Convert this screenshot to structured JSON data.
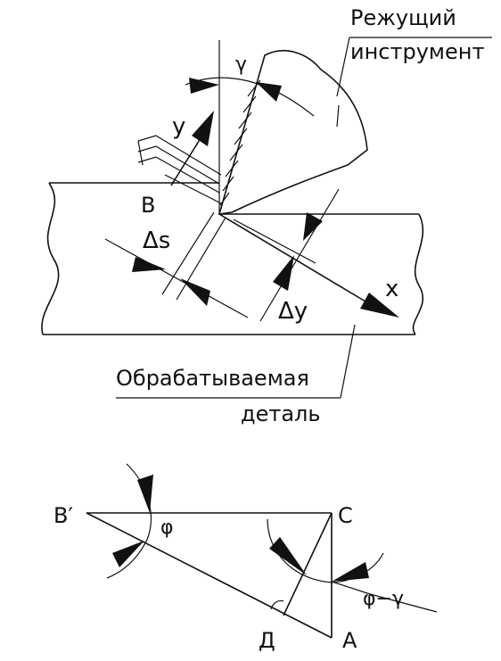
{
  "top_figure": {
    "tool_label_line1": "Режущий",
    "tool_label_line2": "инструмент",
    "part_label_line1": "Обрабатываемая",
    "part_label_line2": "деталь",
    "gamma": "γ",
    "y_axis": "y",
    "x_axis": "x",
    "point_B": "B",
    "delta_s": "Δs",
    "delta_y": "Δy"
  },
  "bottom_figure": {
    "point_B_prime": "B′",
    "point_C": "C",
    "point_D": "Д",
    "point_A": "A",
    "phi": "φ",
    "phi_minus_gamma": "φ−γ"
  }
}
